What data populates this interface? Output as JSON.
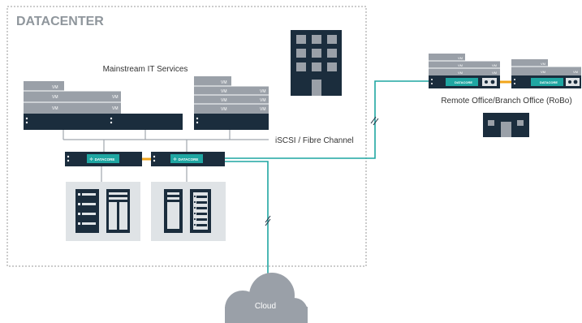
{
  "datacenter": {
    "title": "DATACENTER"
  },
  "services": {
    "label": "Mainstream IT Services"
  },
  "vm_label": "VM",
  "network": {
    "label": "iSCSI / Fibre Channel"
  },
  "datacore": {
    "brand": "DATACORE"
  },
  "remote": {
    "label": "Remote Office/Branch Office (RoBo)"
  },
  "cloud": {
    "label": "Cloud"
  },
  "colors": {
    "navy": "#1b2d3d",
    "teal": "#1fa6a2",
    "gray_panel": "#9aa0a8",
    "light_panel": "#dfe3e6",
    "orange": "#f2a51a",
    "line_gray": "#a0a6ad",
    "dashed_border": "#9a9a9a",
    "title_gray": "#8f969c"
  }
}
